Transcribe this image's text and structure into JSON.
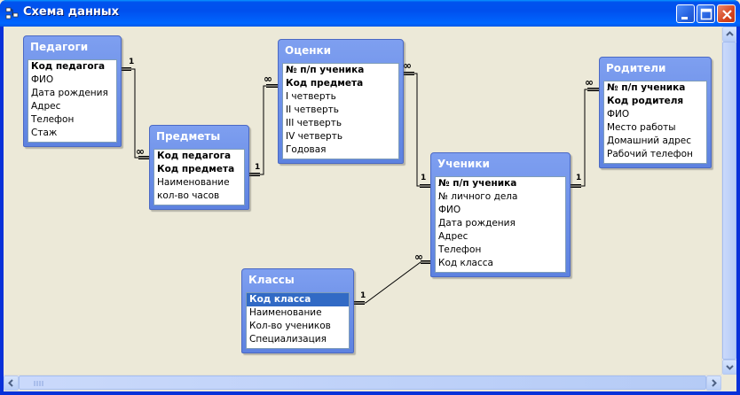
{
  "window": {
    "title": "Схема данных",
    "icon": "relationships-icon",
    "controls": [
      "minimize-icon",
      "maximize-icon",
      "close-icon"
    ]
  },
  "tables": {
    "pedagogi": {
      "title": "Педагоги",
      "fields": [
        {
          "name": "Код педагога",
          "key": true
        },
        {
          "name": "ФИО",
          "key": false
        },
        {
          "name": "Дата рождения",
          "key": false
        },
        {
          "name": "Адрес",
          "key": false
        },
        {
          "name": "Телефон",
          "key": false
        },
        {
          "name": "Стаж",
          "key": false
        }
      ]
    },
    "predmety": {
      "title": "Предметы",
      "fields": [
        {
          "name": "Код педагога",
          "key": true
        },
        {
          "name": "Код предмета",
          "key": true
        },
        {
          "name": "Наименование",
          "key": false
        },
        {
          "name": "кол-во часов",
          "key": false
        }
      ]
    },
    "ocenki": {
      "title": "Оценки",
      "fields": [
        {
          "name": "№ п/п ученика",
          "key": true
        },
        {
          "name": "Код предмета",
          "key": true
        },
        {
          "name": "I четверть",
          "key": false
        },
        {
          "name": "II четверть",
          "key": false
        },
        {
          "name": "III четверть",
          "key": false
        },
        {
          "name": "IV четверть",
          "key": false
        },
        {
          "name": "Годовая",
          "key": false
        }
      ]
    },
    "roditeli": {
      "title": "Родители",
      "fields": [
        {
          "name": "№ п/п ученика",
          "key": true
        },
        {
          "name": "Код родителя",
          "key": true
        },
        {
          "name": "ФИО",
          "key": false
        },
        {
          "name": "Место работы",
          "key": false
        },
        {
          "name": "Домашний адрес",
          "key": false
        },
        {
          "name": "Рабочий телефон",
          "key": false
        }
      ]
    },
    "ucheniki": {
      "title": "Ученики",
      "fields": [
        {
          "name": "№ п/п ученика",
          "key": true
        },
        {
          "name": "№ личного дела",
          "key": false
        },
        {
          "name": "ФИО",
          "key": false
        },
        {
          "name": "Дата рождения",
          "key": false
        },
        {
          "name": "Адрес",
          "key": false
        },
        {
          "name": "Телефон",
          "key": false
        },
        {
          "name": "Код класса",
          "key": false
        }
      ]
    },
    "klassy": {
      "title": "Классы",
      "fields": [
        {
          "name": "Код класса",
          "key": true,
          "selected": true
        },
        {
          "name": "Наименование",
          "key": false
        },
        {
          "name": "Кол-во учеников",
          "key": false
        },
        {
          "name": "Специализация",
          "key": false
        }
      ]
    }
  },
  "relationships": {
    "one_label": "1",
    "many_label": "∞"
  },
  "colors": {
    "window_frame": "#0831d9",
    "table_header": "#6b8ee8",
    "selected_row": "#316ac5",
    "workspace": "#ece9d8"
  }
}
